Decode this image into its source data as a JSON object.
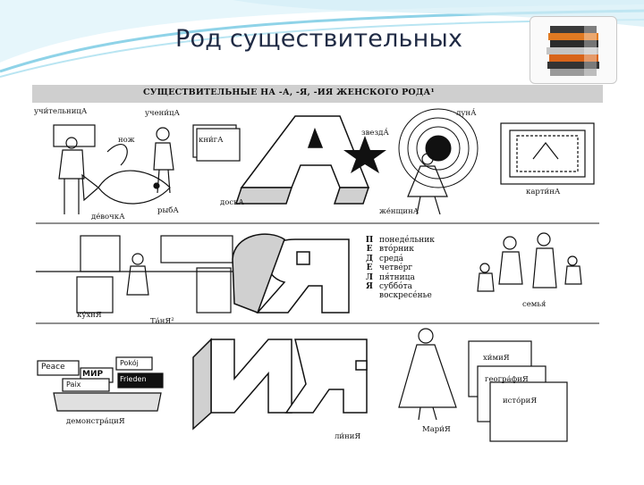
{
  "slide": {
    "title": "Род существительных"
  },
  "poster": {
    "header": "СУЩЕСТВИТЕЛЬНЫЕ НА -А, -Я, -ИЯ ЖЕНСКОГО РОДА¹",
    "big_letters": [
      "А",
      "Я",
      "ИЯ"
    ],
    "row_a_labels": {
      "uchitelnitsa": "учи́тельницА",
      "uchenitsa": "учени́цА",
      "kniga": "кни́гА",
      "nozh": "нож",
      "zvezda": "звездА́",
      "luna": "лунА́",
      "devochka": "де́вочкА",
      "ryba": "рыбА",
      "doska": "доскА",
      "zhenshchina": "же́нщинА",
      "kartina": "карти́нА"
    },
    "row_ya_labels": {
      "kukhnya": "ку́хнЯ",
      "tanya": "Та́нЯ²",
      "semya": "семья́"
    },
    "week": [
      {
        "letter": "П",
        "day": "понеде́льник"
      },
      {
        "letter": "Е",
        "day": "вто́рник"
      },
      {
        "letter": "Д",
        "day": "среда́"
      },
      {
        "letter": "Е",
        "day": "четве́рг"
      },
      {
        "letter": "Л",
        "day": "пя́тница"
      },
      {
        "letter": "Я",
        "day": "суббо́та"
      },
      {
        "letter": "",
        "day": "воскресе́нье"
      }
    ],
    "row_iya_labels": {
      "demonstratsiya": "демонстра́циЯ",
      "liniya": "ли́ниЯ",
      "mariya": "Мари́Я",
      "khimiya": "хи́миЯ",
      "geografiya": "геогра́фиЯ",
      "istoriya": "исто́риЯ"
    },
    "signs": [
      "Peace",
      "МИР",
      "Frieden",
      "Paix",
      "Pokój"
    ]
  },
  "colors": {
    "wave_light": "#d9f1f8",
    "wave_mid": "#8fd3e8",
    "title_text": "#1f2a44"
  }
}
